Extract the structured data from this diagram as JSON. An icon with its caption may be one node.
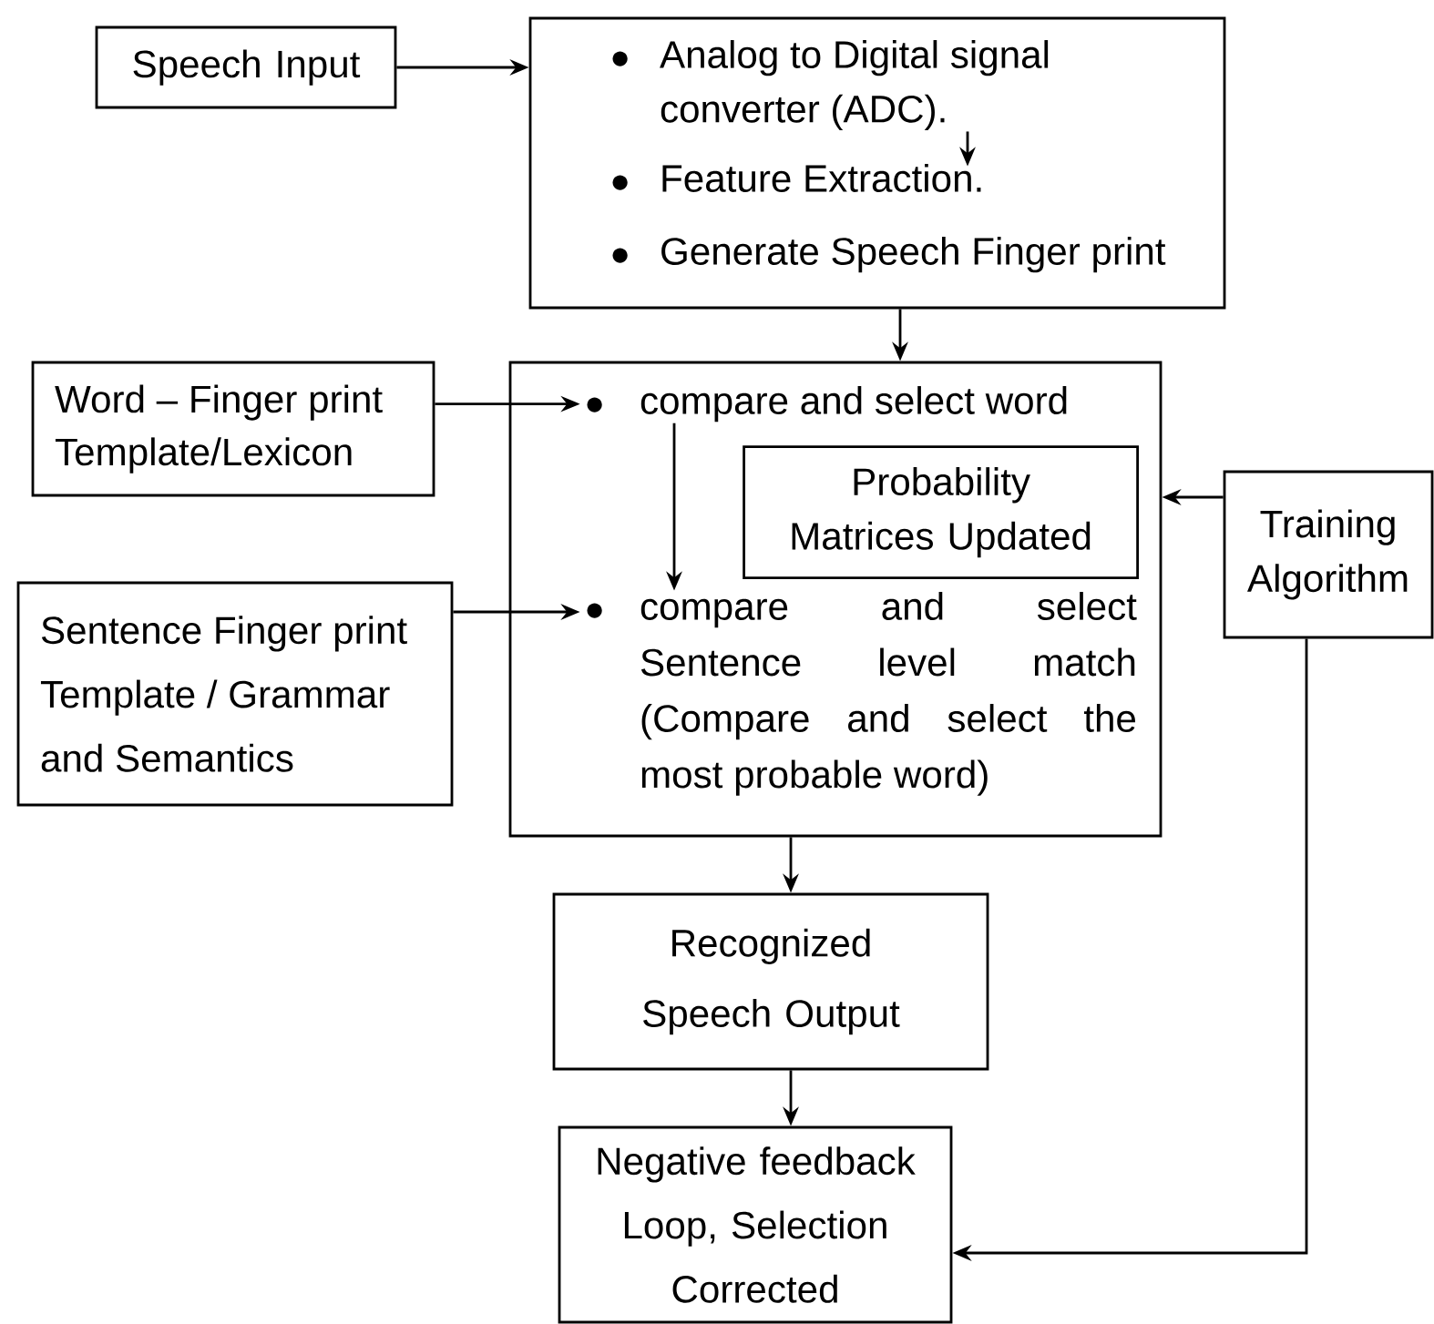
{
  "diagram": {
    "nodes": [
      {
        "text": [
          "Speech Input"
        ]
      },
      {
        "text": [],
        "shape": "box"
      },
      {
        "text": [
          "Analog to Digital signal converter (ADC)."
        ],
        "in": 1
      },
      {
        "text": [
          "Feature Extraction."
        ],
        "in": 1
      },
      {
        "text": [
          "Generate Speech Finger print"
        ],
        "in": 1
      },
      {
        "text": [
          "Word – Finger print Template/Lexicon"
        ]
      },
      {
        "text": [],
        "shape": "box"
      },
      {
        "text": [
          "compare and select word"
        ],
        "in": 6
      },
      {
        "text": [
          "Probability Matrices Updated"
        ],
        "in": 6
      },
      {
        "text": [
          "compare and select Sentence level match (Compare and select the most probable word)"
        ],
        "in": 6
      },
      {
        "text": [
          "Sentence Finger print Template / Grammar and Semantics"
        ]
      },
      {
        "text": [
          "Training Algorithm"
        ]
      },
      {
        "text": [
          "Recognized Speech Output"
        ]
      },
      {
        "text": [
          "Negative feedback Loop, Selection Corrected"
        ]
      }
    ],
    "edges": [
      {
        "from": 0,
        "to": 1,
        "arrow": "to"
      },
      {
        "from": 2,
        "to": 3,
        "arrow": "to"
      },
      {
        "from": 1,
        "to": 6,
        "arrow": "to"
      },
      {
        "from": 5,
        "to": 7,
        "arrow": "to"
      },
      {
        "from": 7,
        "to": 9,
        "arrow": "to"
      },
      {
        "from": 10,
        "to": 9,
        "arrow": "to"
      },
      {
        "from": 11,
        "to": 6,
        "arrow": "to"
      },
      {
        "from": 6,
        "to": 12,
        "arrow": "to"
      },
      {
        "from": 12,
        "to": 13,
        "arrow": "to"
      },
      {
        "from": 11,
        "to": 13,
        "arrow": "to"
      }
    ]
  }
}
